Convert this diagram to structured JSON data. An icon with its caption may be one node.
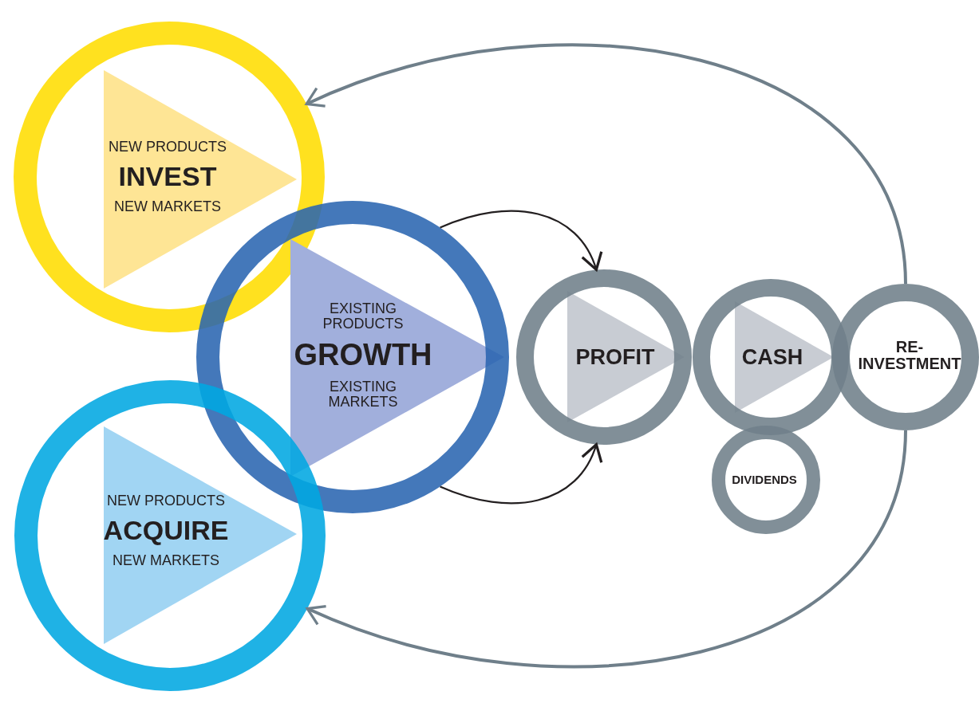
{
  "diagram": {
    "nodes": [
      {
        "text": [
          "NEW PRODUCTS",
          "INVEST",
          "NEW MARKETS"
        ]
      },
      {
        "text": [
          "EXISTING PRODUCTS",
          "GROWTH",
          "EXISTING MARKETS"
        ]
      },
      {
        "text": [
          "NEW PRODUCTS",
          "ACQUIRE",
          "NEW MARKETS"
        ]
      },
      {
        "text": [
          "PROFIT"
        ]
      },
      {
        "text": [
          "CASH"
        ]
      },
      {
        "text": [
          "RE-INVESTMENT"
        ]
      },
      {
        "text": [
          "DIVIDENDS"
        ]
      }
    ],
    "edges": [
      {
        "from": 1,
        "to": 3,
        "arrow": "to"
      },
      {
        "from": 1,
        "to": 3,
        "arrow": "to"
      },
      {
        "from": 5,
        "to": 0,
        "arrow": "to",
        "color": "#6f7f8a"
      },
      {
        "from": 5,
        "to": 2,
        "arrow": "to",
        "color": "#6f7f8a"
      }
    ]
  }
}
